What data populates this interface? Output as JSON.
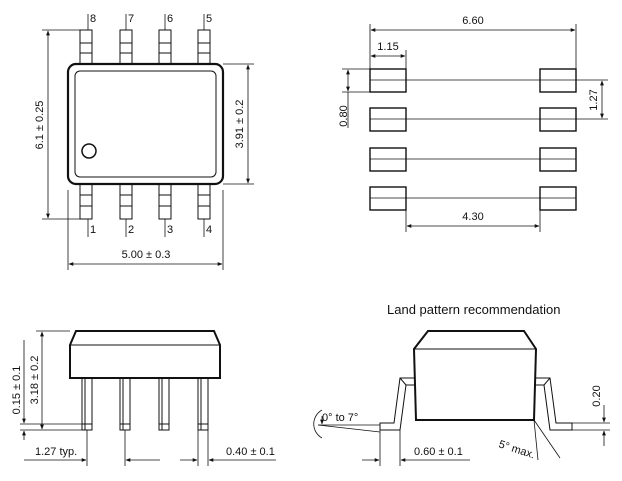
{
  "title": "Land pattern recommendation",
  "top_view": {
    "pins_top": [
      "8",
      "7",
      "6",
      "5"
    ],
    "pins_bottom": [
      "1",
      "2",
      "3",
      "4"
    ],
    "dim_width": "5.00 ± 0.3",
    "dim_total_height": "6.1 ± 0.25",
    "dim_body_height": "3.91 ± 0.2"
  },
  "land_pattern": {
    "dim_overall": "6.60",
    "dim_pad_length": "1.15",
    "dim_pad_width": "0.80",
    "dim_pitch": "1.27",
    "dim_inner": "4.30"
  },
  "side_view": {
    "dim_standoff": "0.15 ± 0.1",
    "dim_height": "3.18 ± 0.2",
    "dim_pitch": "1.27 typ.",
    "dim_lead_width": "0.40 ± 0.1"
  },
  "end_view": {
    "dim_angle": "0° to 7°",
    "dim_foot": "0.60 ± 0.1",
    "dim_thickness": "0.20",
    "dim_draft": "5° max."
  }
}
